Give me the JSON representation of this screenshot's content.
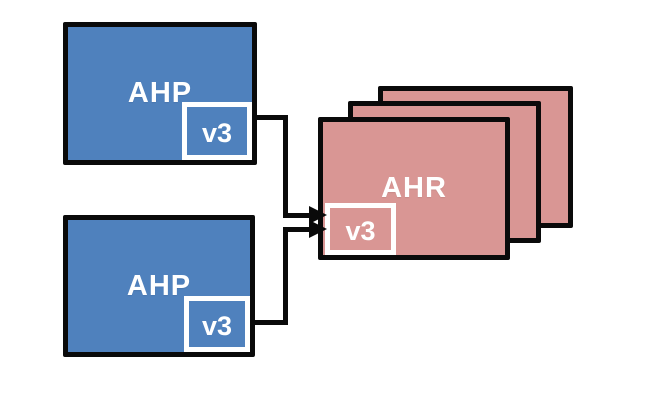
{
  "diagram": {
    "background_color": "#ffffff",
    "border_color": "#0a0a0a",
    "connector_color": "#0a0a0a",
    "label_text_color": "#ffffff",
    "badge_border_color": "#ffffff",
    "ahp_fill_color": "#4f81bd",
    "ahr_fill_color": "#d99694",
    "nodes": {
      "ahp_top": {
        "label": "AHP",
        "version": "v3"
      },
      "ahp_bottom": {
        "label": "AHP",
        "version": "v3"
      },
      "ahr_stack": {
        "label": "AHR",
        "version": "v3",
        "copies": 3
      }
    },
    "connections": [
      {
        "from": "ahp_top.version_badge",
        "to": "ahr_stack.version_badge",
        "style": "elbow-arrow"
      },
      {
        "from": "ahp_bottom.version_badge",
        "to": "ahr_stack.version_badge",
        "style": "elbow-arrow"
      }
    ]
  }
}
